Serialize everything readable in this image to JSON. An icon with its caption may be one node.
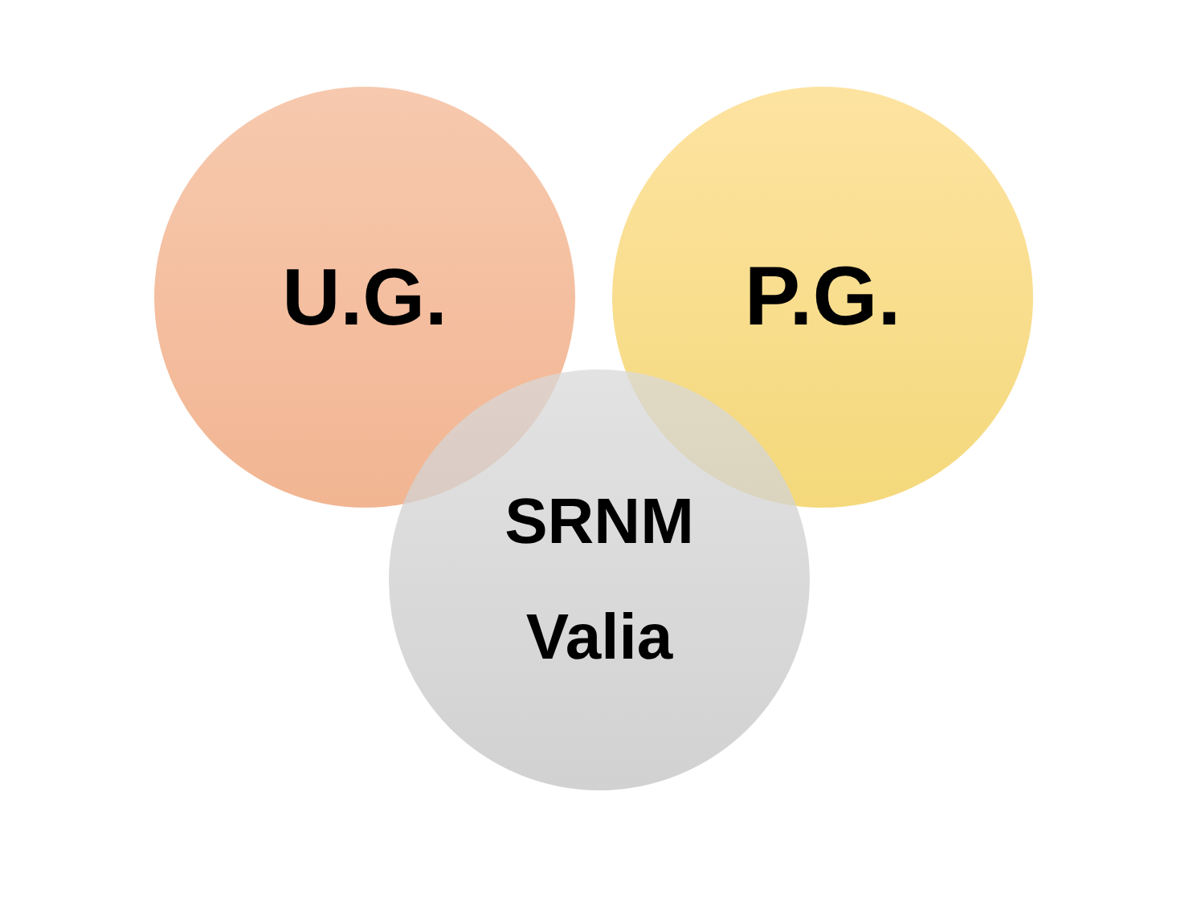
{
  "diagram": {
    "nodes": [
      {
        "text": [
          "U.G."
        ]
      },
      {
        "text": [
          "P.G."
        ]
      },
      {
        "text": [
          "SRNM Valia"
        ]
      }
    ]
  }
}
